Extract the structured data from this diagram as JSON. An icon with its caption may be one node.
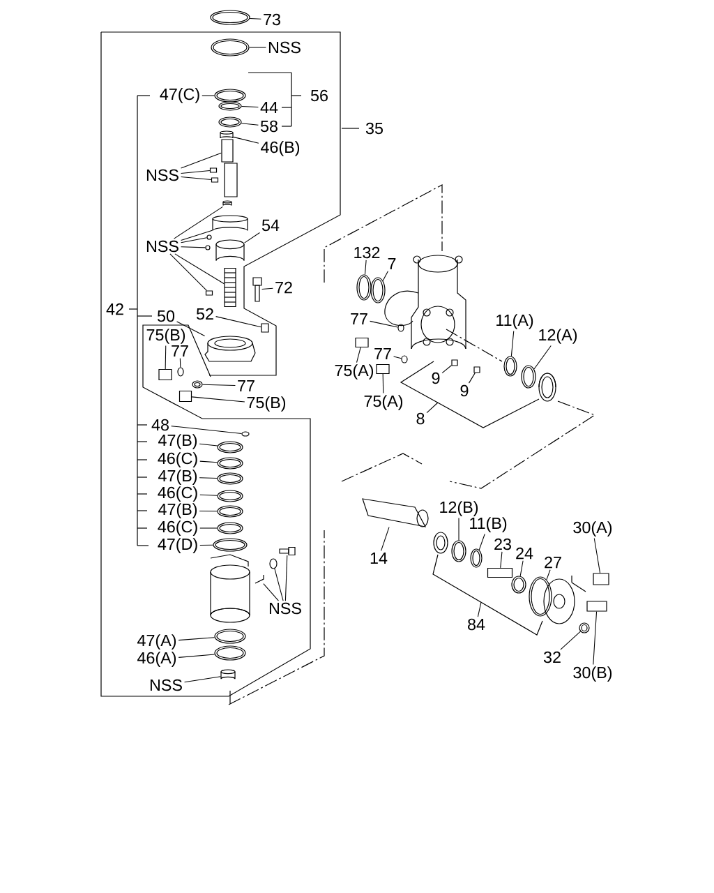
{
  "diagram": {
    "nodes": [
      {
        "text": [
          "73"
        ]
      },
      {
        "text": [
          "NSS"
        ]
      },
      {
        "text": [
          "47(C)"
        ]
      },
      {
        "text": [
          "44"
        ]
      },
      {
        "text": [
          "58"
        ]
      },
      {
        "text": [
          "46(B)"
        ]
      },
      {
        "text": [
          "NSS"
        ]
      },
      {
        "text": [
          "NSS"
        ]
      },
      {
        "text": [
          "54"
        ]
      },
      {
        "text": [
          "72"
        ]
      },
      {
        "text": [
          "50"
        ]
      },
      {
        "text": [
          "52"
        ]
      },
      {
        "text": [
          "75(B)"
        ]
      },
      {
        "text": [
          "77"
        ]
      },
      {
        "text": [
          "77"
        ]
      },
      {
        "text": [
          "75(B)"
        ]
      },
      {
        "text": [
          "48"
        ]
      },
      {
        "text": [
          "47(B)"
        ]
      },
      {
        "text": [
          "46(C)"
        ]
      },
      {
        "text": [
          "47(B)"
        ]
      },
      {
        "text": [
          "46(C)"
        ]
      },
      {
        "text": [
          "47(B)"
        ]
      },
      {
        "text": [
          "46(C)"
        ]
      },
      {
        "text": [
          "47(D)"
        ]
      },
      {
        "text": [
          "NSS"
        ]
      },
      {
        "text": [
          "47(A)"
        ]
      },
      {
        "text": [
          "46(A)"
        ]
      },
      {
        "text": [
          "NSS"
        ]
      },
      {
        "text": [
          "132"
        ]
      },
      {
        "text": [
          "7"
        ]
      },
      {
        "text": [
          "77"
        ]
      },
      {
        "text": [
          "75(A)"
        ]
      },
      {
        "text": [
          "77"
        ]
      },
      {
        "text": [
          "75(A)"
        ]
      },
      {
        "text": [
          "9"
        ]
      },
      {
        "text": [
          "9"
        ]
      },
      {
        "text": [
          "8"
        ]
      },
      {
        "text": [
          "11(A)"
        ]
      },
      {
        "text": [
          "12(A)"
        ]
      },
      {
        "text": [
          "14"
        ]
      },
      {
        "text": [
          "12(B)"
        ]
      },
      {
        "text": [
          "11(B)"
        ]
      },
      {
        "text": [
          "23"
        ]
      },
      {
        "text": [
          "24"
        ]
      },
      {
        "text": [
          "27"
        ]
      },
      {
        "text": [
          "84"
        ]
      },
      {
        "text": [
          "30(A)"
        ]
      },
      {
        "text": [
          "32"
        ]
      },
      {
        "text": [
          "30(B)"
        ]
      },
      {
        "text": [],
        "shape": "circle"
      },
      {
        "text": [],
        "shape": "circle"
      },
      {
        "text": [],
        "shape": "circle"
      },
      {
        "text": [],
        "shape": "circle"
      },
      {
        "text": [],
        "shape": "circle"
      },
      {
        "text": [],
        "shape": "picture"
      },
      {
        "text": [],
        "shape": "box"
      },
      {
        "text": [],
        "shape": "box"
      },
      {
        "text": [],
        "shape": "box"
      },
      {
        "text": [],
        "shape": "picture"
      },
      {
        "text": [],
        "shape": "picture"
      },
      {
        "text": [],
        "shape": "circle"
      },
      {
        "text": [],
        "shape": "circle"
      },
      {
        "text": [],
        "shape": "picture"
      },
      {
        "text": [],
        "shape": "picture"
      },
      {
        "text": [],
        "shape": "box"
      },
      {
        "text": [],
        "shape": "picture"
      },
      {
        "text": [],
        "shape": "picture"
      },
      {
        "text": [],
        "shape": "box"
      },
      {
        "text": [],
        "shape": "box"
      },
      {
        "text": [],
        "shape": "circle"
      },
      {
        "text": [],
        "shape": "circle"
      },
      {
        "text": [],
        "shape": "box"
      },
      {
        "text": [],
        "shape": "circle"
      },
      {
        "text": [],
        "shape": "circle"
      },
      {
        "text": [],
        "shape": "circle"
      },
      {
        "text": [],
        "shape": "circle"
      },
      {
        "text": [],
        "shape": "circle"
      },
      {
        "text": [],
        "shape": "circle"
      },
      {
        "text": [],
        "shape": "circle"
      },
      {
        "text": [],
        "shape": "circle"
      },
      {
        "text": [],
        "shape": "picture"
      },
      {
        "text": [],
        "shape": "circle"
      },
      {
        "text": [],
        "shape": "picture"
      },
      {
        "text": [],
        "shape": "circle"
      },
      {
        "text": [],
        "shape": "circle"
      },
      {
        "text": [],
        "shape": "picture"
      },
      {
        "text": [],
        "shape": "circle"
      },
      {
        "text": [],
        "shape": "circle"
      },
      {
        "text": [],
        "shape": "circle"
      },
      {
        "text": [],
        "shape": "box"
      },
      {
        "text": [],
        "shape": "circle"
      },
      {
        "text": [],
        "shape": "box"
      },
      {
        "text": [],
        "shape": "box"
      },
      {
        "text": [],
        "shape": "box"
      },
      {
        "text": [],
        "shape": "circle"
      },
      {
        "text": [],
        "shape": "circle"
      },
      {
        "text": [],
        "shape": "picture"
      },
      {
        "text": [],
        "shape": "circle"
      },
      {
        "text": [],
        "shape": "circle"
      },
      {
        "text": [],
        "shape": "box"
      },
      {
        "text": [],
        "shape": "circle"
      },
      {
        "text": [],
        "shape": "circle"
      },
      {
        "text": [],
        "shape": "box"
      },
      {
        "text": [],
        "shape": "circle"
      },
      {
        "text": [],
        "shape": "box"
      }
    ],
    "edges": [
      {
        "from": 0,
        "to": 49,
        "arrow": "none"
      },
      {
        "from": 1,
        "to": 50,
        "arrow": "none"
      },
      {
        "from": 2,
        "to": 51,
        "arrow": "none"
      },
      {
        "from": 3,
        "to": 52,
        "arrow": "none"
      },
      {
        "from": 4,
        "to": 53,
        "arrow": "none"
      },
      {
        "from": 5,
        "to": 54,
        "arrow": "none"
      },
      {
        "from": 6,
        "to": 55,
        "arrow": "none"
      },
      {
        "from": 6,
        "to": 56,
        "arrow": "none"
      },
      {
        "from": 6,
        "to": 57,
        "arrow": "none"
      },
      {
        "from": 7,
        "to": 58,
        "arrow": "none"
      },
      {
        "from": 7,
        "to": 59,
        "arrow": "none"
      },
      {
        "from": 7,
        "to": 60,
        "arrow": "none"
      },
      {
        "from": 7,
        "to": 61,
        "arrow": "none"
      },
      {
        "from": 7,
        "to": 63,
        "arrow": "none"
      },
      {
        "from": 7,
        "to": 64,
        "arrow": "none"
      },
      {
        "from": 8,
        "to": 62,
        "arrow": "none"
      },
      {
        "from": 9,
        "to": 65,
        "arrow": "none"
      },
      {
        "from": 10,
        "to": 66,
        "arrow": "none"
      },
      {
        "from": 11,
        "to": 67,
        "arrow": "none"
      },
      {
        "from": 12,
        "to": 68,
        "arrow": "none"
      },
      {
        "from": 13,
        "to": 69,
        "arrow": "none"
      },
      {
        "from": 14,
        "to": 70,
        "arrow": "none"
      },
      {
        "from": 15,
        "to": 71,
        "arrow": "none"
      },
      {
        "from": 16,
        "to": 72,
        "arrow": "none"
      },
      {
        "from": 17,
        "to": 73,
        "arrow": "none"
      },
      {
        "from": 18,
        "to": 74,
        "arrow": "none"
      },
      {
        "from": 19,
        "to": 75,
        "arrow": "none"
      },
      {
        "from": 20,
        "to": 76,
        "arrow": "none"
      },
      {
        "from": 21,
        "to": 77,
        "arrow": "none"
      },
      {
        "from": 22,
        "to": 78,
        "arrow": "none"
      },
      {
        "from": 23,
        "to": 79,
        "arrow": "none"
      },
      {
        "from": 24,
        "to": 80,
        "arrow": "none"
      },
      {
        "from": 24,
        "to": 81,
        "arrow": "none"
      },
      {
        "from": 24,
        "to": 82,
        "arrow": "none"
      },
      {
        "from": 25,
        "to": 83,
        "arrow": "none"
      },
      {
        "from": 26,
        "to": 84,
        "arrow": "none"
      },
      {
        "from": 27,
        "to": 85,
        "arrow": "none"
      },
      {
        "from": 28,
        "to": 86,
        "arrow": "none"
      },
      {
        "from": 29,
        "to": 87,
        "arrow": "none"
      },
      {
        "from": 30,
        "to": 88,
        "arrow": "none"
      },
      {
        "from": 31,
        "to": 89,
        "arrow": "none"
      },
      {
        "from": 32,
        "to": 90,
        "arrow": "none"
      },
      {
        "from": 33,
        "to": 91,
        "arrow": "none"
      },
      {
        "from": 34,
        "to": 92,
        "arrow": "none"
      },
      {
        "from": 35,
        "to": 93,
        "arrow": "none"
      },
      {
        "from": 36,
        "to": null,
        "arrow": "none"
      },
      {
        "from": 37,
        "to": 94,
        "arrow": "none"
      },
      {
        "from": 38,
        "to": 95,
        "arrow": "none"
      },
      {
        "from": 39,
        "to": 96,
        "arrow": "none"
      },
      {
        "from": 40,
        "to": 97,
        "arrow": "none"
      },
      {
        "from": 41,
        "to": 98,
        "arrow": "none"
      },
      {
        "from": 42,
        "to": 99,
        "arrow": "none"
      },
      {
        "from": 43,
        "to": 100,
        "arrow": "none"
      },
      {
        "from": 44,
        "to": 101,
        "arrow": "none"
      },
      {
        "from": 45,
        "to": null,
        "arrow": "none"
      },
      {
        "from": 46,
        "to": 102,
        "arrow": "none"
      },
      {
        "from": 47,
        "to": 103,
        "arrow": "none"
      },
      {
        "from": 48,
        "to": 104,
        "arrow": "none"
      }
    ],
    "labels": [
      "56",
      "35",
      "42"
    ]
  }
}
